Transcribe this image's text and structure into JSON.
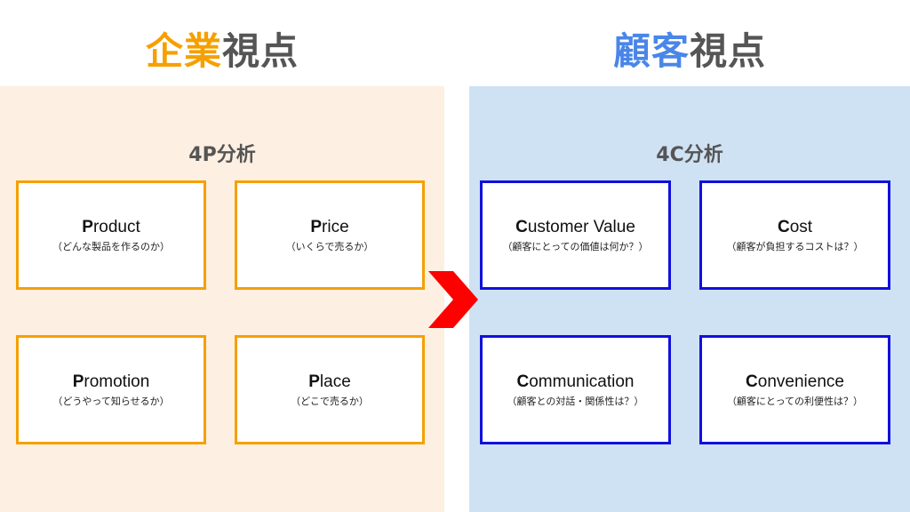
{
  "headings": {
    "left_accent": "企業",
    "left_rest": "視点",
    "right_accent": "顧客",
    "right_rest": "視点"
  },
  "panels": {
    "left_title": "4P分析",
    "right_title": "4C分析"
  },
  "cards_4p": [
    {
      "initial": "P",
      "rest": "roduct",
      "sub": "（どんな製品を作るのか）"
    },
    {
      "initial": "P",
      "rest": "rice",
      "sub": "（いくらで売るか）"
    },
    {
      "initial": "P",
      "rest": "romotion",
      "sub": "（どうやって知らせるか）"
    },
    {
      "initial": "P",
      "rest": "lace",
      "sub": "（どこで売るか）"
    }
  ],
  "cards_4c": [
    {
      "initial": "C",
      "rest": "ustomer Value",
      "sub": "（顧客にとっての価値は何か？）"
    },
    {
      "initial": "C",
      "rest": "ost",
      "sub": "（顧客が負担するコストは？）"
    },
    {
      "initial": "C",
      "rest": "ommunication",
      "sub": "（顧客との対話・関係性は？）"
    },
    {
      "initial": "C",
      "rest": "onvenience",
      "sub": "（顧客にとっての利便性は？）"
    }
  ],
  "colors": {
    "accent_orange": "#f5a000",
    "accent_blue": "#4a86e8",
    "card_border_blue": "#1010dd",
    "panel_left_bg": "#fdefe2",
    "panel_right_bg": "#cfe2f3",
    "arrow": "#ff0000"
  },
  "icons": {
    "arrow": "chevron-right-icon"
  }
}
